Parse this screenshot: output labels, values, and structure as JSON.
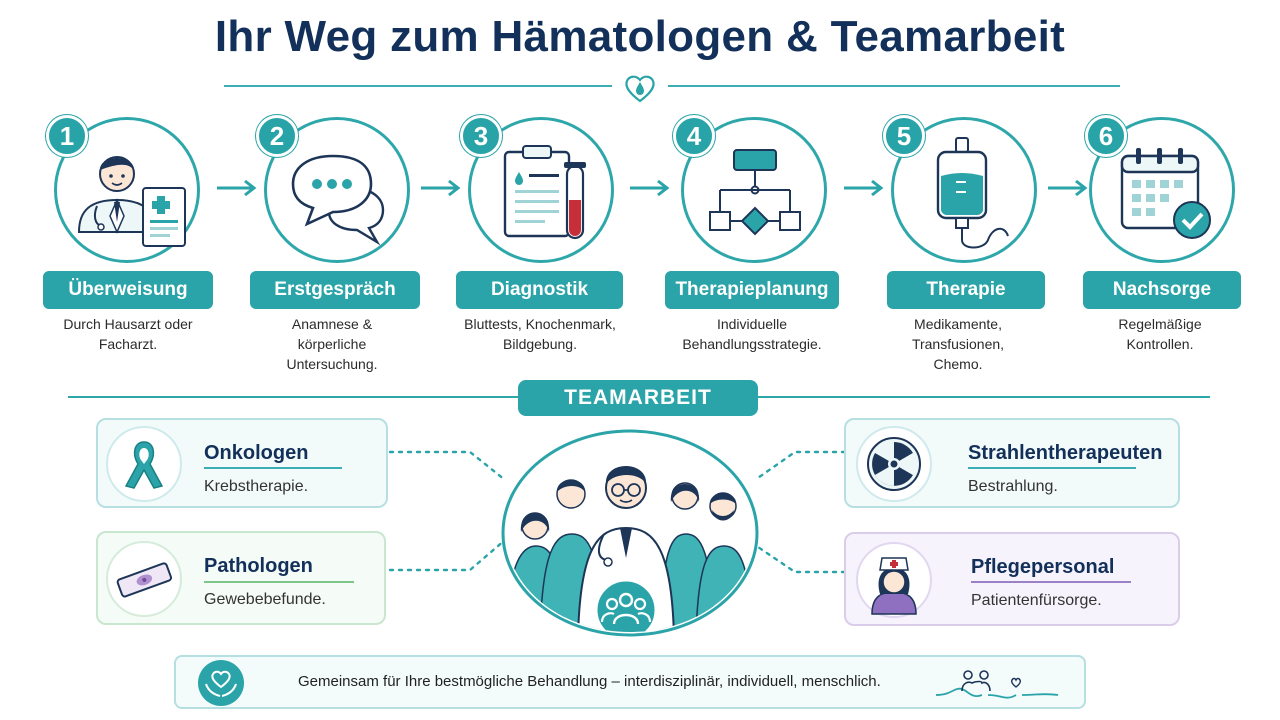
{
  "title": "Ihr Weg zum Hämatologen & Teamarbeit",
  "colors": {
    "teal": "#2aa4a8",
    "navy": "#12305a",
    "green": "#7cc68a",
    "purple": "#9b82c6"
  },
  "steps": [
    {
      "num": "1",
      "label": "Überweisung",
      "desc_lines": [
        "Durch Hausarzt oder",
        "Facharzt."
      ],
      "icon": "doctor-referral-icon"
    },
    {
      "num": "2",
      "label": "Erstgespräch",
      "desc_lines": [
        "Anamnese &",
        "körperliche",
        "Untersuchung."
      ],
      "icon": "speech-bubbles-icon"
    },
    {
      "num": "3",
      "label": "Diagnostik",
      "desc_lines": [
        "Bluttests, Knochenmark,",
        "Bildgebung."
      ],
      "icon": "clipboard-testtube-icon"
    },
    {
      "num": "4",
      "label": "Therapieplanung",
      "desc_lines": [
        "Individuelle",
        "Behandlungsstrategie."
      ],
      "icon": "flowchart-icon"
    },
    {
      "num": "5",
      "label": "Therapie",
      "desc_lines": [
        "Medikamente,",
        "Transfusionen,",
        "Chemo."
      ],
      "icon": "infusion-bag-icon"
    },
    {
      "num": "6",
      "label": "Nachsorge",
      "desc_lines": [
        "Regelmäßige",
        "Kontrollen."
      ],
      "icon": "calendar-check-icon"
    }
  ],
  "team": {
    "badge": "TEAMARBEIT",
    "cards": [
      {
        "title": "Onkologen",
        "desc": "Krebstherapie.",
        "icon": "ribbon-icon"
      },
      {
        "title": "Pathologen",
        "desc": "Gewebebefunde.",
        "icon": "microscope-slide-icon"
      },
      {
        "title": "Strahlentherapeuten",
        "desc": "Bestrahlung.",
        "icon": "radiation-icon"
      },
      {
        "title": "Pflegepersonal",
        "desc": "Patientenfürsorge.",
        "icon": "nurse-icon"
      }
    ]
  },
  "footer": {
    "text": "Gemeinsam für Ihre bestmögliche Behandlung – interdisziplinär, individuell, menschlich."
  }
}
